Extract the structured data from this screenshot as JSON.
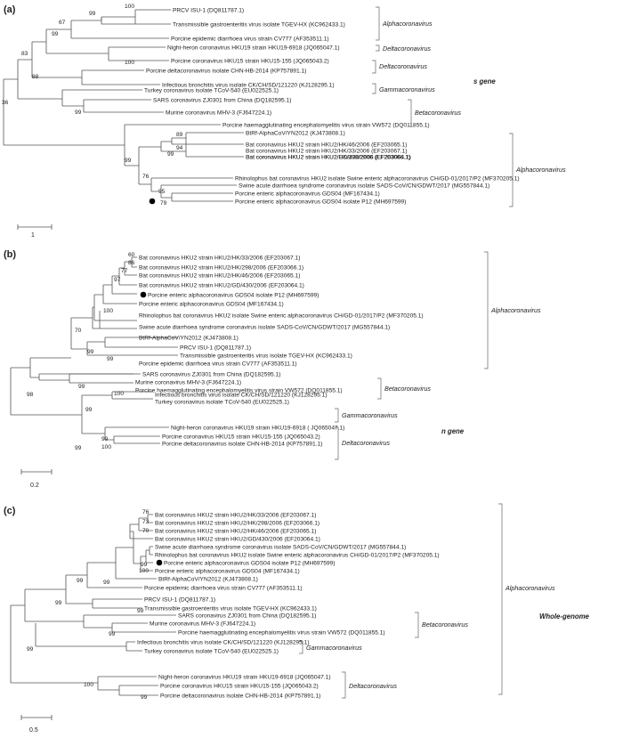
{
  "panels": {
    "a": {
      "label": "(a)",
      "gene": "s gene",
      "scale": "1",
      "leaves": [
        "PRCV ISU-1 (DQ811787.1)",
        "Transmissible gastroenteritis virus isolate TGEV-HX (KC962433.1)",
        "Porcine epidemic diarrhoea virus strain CV777 (AF353511.1)",
        "Night-heron coronavirus HKU19 strain HKU19-6918 (JQ065047.1)",
        "Porcine coronavirus HKU15 strain HKU15-155 (JQ065043.2)",
        "Porcine deltacoronavirus isolate CHN-HB-2014 (KP757891.1)",
        "Infectious bronchitis virus isolate CK/CH/SD/121220 (KJ128295.1)",
        "Turkey coronavirus isolate TCoV-540 (EU022525.1)",
        "SARS coronavirus ZJ0301 from China (DQ182595.1)",
        "Murine coronavirus MHV-3 (FJ647224.1)",
        "Porcine haemagglutinating encephalomyelitis virus strain VW572 (DQ011855.1)",
        "BtRf-AlphaCoV/YN2012 (KJ473808.1)",
        "Bat coronavirus HKU2 strain HKU2/HK/46/2006 (EF203065.1)",
        "Bat coronavirus HKU2 strain HKU2/HK/298/2006 (EF203066.1)",
        "Bat coronavirus HKU2 strain HKU2/HK/33/2006 (EF203067.1)",
        "Bat coronavirus HKU2 strain HKU2/GD/430/2006 (EF203064.1)",
        "Rhinolophus bat coronavirus HKU2 isolate Swine enteric alphacoronavirus CH/GD-01/2017/P2 (MF370205.1)",
        "Swine acute diarrhoea syndrome coronavirus isolate SADS-CoV/CN/GDWT/2017 (MG557844.1)",
        "Porcine enteric alphacoronavirus GDS04 (MF167434.1)",
        "Porcine enteric alphacoronavirus GDS04 isolate P12 (MH697599)"
      ],
      "bootstraps": [
        "100",
        "99",
        "67",
        "99",
        "100",
        "83",
        "88",
        "36",
        "99",
        "89",
        "99",
        "94",
        "99",
        "76",
        "95",
        "79"
      ],
      "genera": [
        "Alphacoronavirus",
        "Deltacoronavirus",
        "Deltacoronavirus",
        "Gammacoronavirus",
        "Betacoronavirus",
        "Alphacoronavirus"
      ]
    },
    "b": {
      "label": "(b)",
      "gene": "n gene",
      "scale": "0.2",
      "leaves": [
        "Bat coronavirus HKU2 strain HKU2/HK/33/2006 (EF203067.1)",
        "Bat coronavirus HKU2 strain HKU2/HK/298/2006 (EF203066.1)",
        "Bat coronavirus HKU2 strain HKU2/HK/46/2006 (EF203065.1)",
        "Bat coronavirus HKU2 strain HKU2/GD/430/2006 (EF203064.1)",
        "Porcine enteric alphacoronavirus GDS04 isolate P12 (MH697599)",
        "Porcine enteric alphacoronavirus GDS04 (MF167434.1)",
        "Rhinolophus bat coronavirus HKU2 isolate Swine enteric alphacoronavirus CH/GD-01/2017/P2 (MF370205.1)",
        "Swine acute diarrhoea syndrome coronavirus isolate SADS-CoV/CN/GDWT/2017 (MG557844.1)",
        "BtRf-AlphaCoV/YN2012 (KJ473808.1)",
        "PRCV ISU-1 (DQ811787.1)",
        "Transmissible gastroenteritis virus isolate TGEV-HX (KC962433.1)",
        "Porcine epidemic diarrhoea virus strain CV777 (AF353511.1)",
        "SARS coronavirus ZJ0301 from China (DQ182595.1)",
        "Murine coronavirus MHV-3 (FJ647224.1)",
        "Porcine haemagglutinating encephalomyelitis virus strain VW572 (DQ011855.1)",
        "Infectious bronchitis virus isolate CK/CH/SD/121220 (KJ128295.1)",
        "Turkey coronavirus isolate TCoV-540 (EU022525.1)",
        "Night-heron coronavirus HKU19 strain HKU19-6918 ( JQ065047.1)",
        "Porcine coronavirus HKU15 strain HKU15-155 (JQ065043.2)",
        "Porcine deltacoronavirus isolate CHN-HB-2014 (KP757891.1)"
      ],
      "bootstraps": [
        "60",
        "86",
        "77",
        "97",
        "100",
        "70",
        "99",
        "99",
        "98",
        "99",
        "100",
        "99",
        "99",
        "99",
        "100"
      ],
      "genera": [
        "Alphacoronavirus",
        "Betacoronavirus",
        "Gammacoronavirus",
        "Deltacoronavirus"
      ]
    },
    "c": {
      "label": "(c)",
      "gene": "Whole-genome",
      "scale": "0.5",
      "leaves": [
        "Bat coronavirus HKU2 strain HKU2/HK/33/2006 (EF203067.1)",
        "Bat coronavirus HKU2 strain HKU2/HK/298/2006 (EF203066.1)",
        "Bat coronavirus HKU2 strain HKU2/HK/46/2006 (EF203065.1)",
        "Bat coronavirus HKU2 strain HKU2/GD/430/2006 (EF203064.1)",
        "Swine acute diarrhoea syndrome coronavirus isolate SADS-CoV/CN/GDWT/2017 (MG557844.1)",
        "Rhinolophus bat coronavirus HKU2 isolate Swine enteric alphacoronavirus CH/GD-01/2017/P2 (MF370205.1)",
        "Porcine enteric alphacoronavirus GDS04 isolate P12 (MH697599)",
        "Porcine enteric alphacoronavirus GDS04 (MF167434.1)",
        "BtRf-AlphaCoV/YN2012 (KJ473808.1)",
        "Porcine epidemic diarrhoea virus strain CV777 (AF353511.1)",
        "PRCV ISU-1 (DQ811787.1)",
        "Transmissible gastroenteritis virus isolate TGEV-HX (KC962433.1)",
        "SARS coronavirus ZJ0301 from China (DQ182595.1)",
        "Murine coronavirus MHV-3 (FJ647224.1)",
        "Porcine haemagglutinating encephalomyelitis virus strain VW572 (DQ011855.1)",
        "Infectious bronchitis virus isolate CK/CH/SD/121220 (KJ128295.1)",
        "Turkey coronavirus isolate TCoV-540 (EU022525.1)",
        "Night-heron coronavirus HKU19 strain HKU19-6918 (JQ065047.1)",
        "Porcine coronavirus HKU15 strain HKU15-155 (JQ065043.2)",
        "Porcine deltacoronavirus isolate CHN-HB-2014 (KP757891.1)"
      ],
      "bootstraps": [
        "76",
        "73",
        "70",
        "99",
        "100",
        "99",
        "99",
        "99",
        "99",
        "99",
        "99",
        "100",
        "99"
      ],
      "genera": [
        "Alphacoronavirus",
        "Betacoronavirus",
        "Gammacoronavirus",
        "Deltacoronavirus"
      ]
    }
  }
}
